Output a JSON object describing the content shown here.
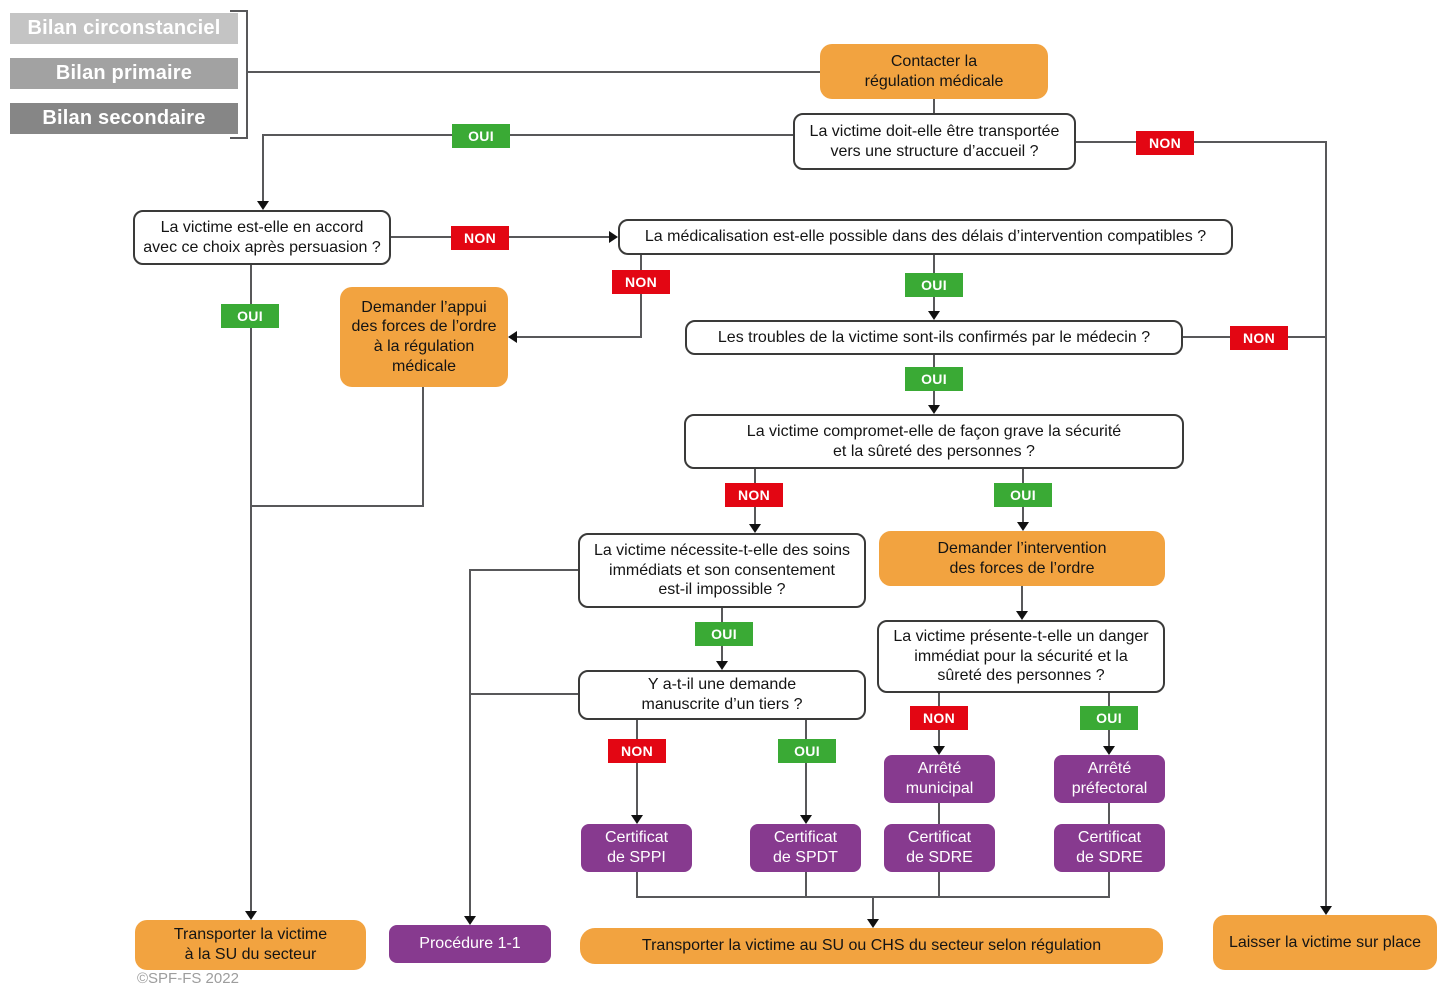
{
  "legend": [
    "Bilan circonstanciel",
    "Bilan primaire",
    "Bilan secondaire"
  ],
  "labels": {
    "oui": "OUI",
    "non": "NON"
  },
  "nodes": {
    "contacter": "Contacter la\nrégulation médicale",
    "q_transport": "La victime doit-elle être transportée\nvers une structure d’accueil ?",
    "q_accord": "La victime est-elle en accord\navec ce choix après persuasion ?",
    "q_medicalisation": "La médicalisation est-elle possible dans des délais d’intervention compatibles ?",
    "a_appui": "Demander l’appui\ndes forces de l’ordre\nà la régulation\nmédicale",
    "q_troubles": "Les troubles de la victime sont-ils confirmés par le médecin ?",
    "q_compromet": "La victime compromet-elle de façon grave la sécurité\net la sûreté des personnes ?",
    "q_soins": "La victime nécessite-t-elle des soins\nimmédiats et son consentement\nest-il impossible ?",
    "a_intervention": "Demander l’intervention\ndes forces de l’ordre",
    "q_danger": "La victime présente-t-elle un danger\nimmédiat pour la sécurité et la\nsûreté des personnes ?",
    "q_manuscrite": "Y a-t-il une demande\nmanuscrite d’un tiers ?",
    "arrete_municipal": "Arrêté\nmunicipal",
    "arrete_prefectoral": "Arrêté\npréfectoral",
    "cert_sppi": "Certificat\nde SPPI",
    "cert_spdt": "Certificat\nde SPDT",
    "cert_sdre1": "Certificat\nde SDRE",
    "cert_sdre2": "Certificat\nde SDRE",
    "out_su": "Transporter la victime\nà la SU du secteur",
    "out_procedure": "Procédure 1-1",
    "out_su_chs": "Transporter la victime au SU ou CHS du secteur selon régulation",
    "out_place": "Laisser la victime sur place"
  },
  "copyright": "©SPF-FS 2022",
  "colors": {
    "orange": "#F2A340",
    "green": "#3AAA35",
    "red": "#E30613",
    "purple": "#873A8F",
    "line": "#58585A",
    "legend_grays": [
      "#C4C4C4",
      "#A2A2A2",
      "#868686"
    ]
  }
}
